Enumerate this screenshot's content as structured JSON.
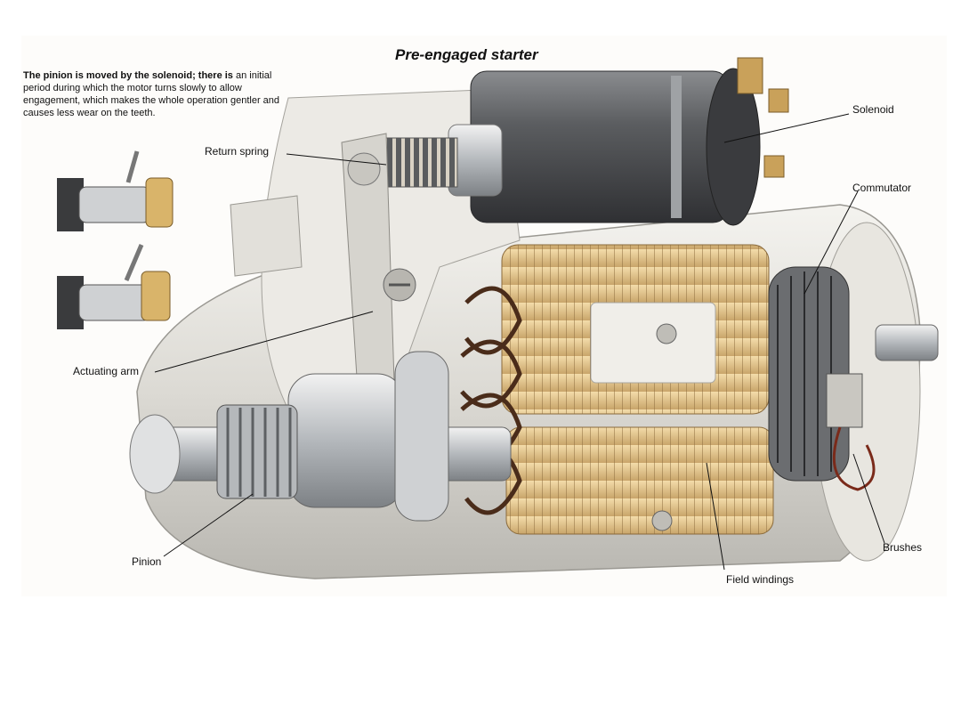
{
  "title": "Pre-engaged starter",
  "description": {
    "bold_part": "The pinion is moved by the solenoid; there is",
    "rest": "an initial period during which the motor turns slowly to allow engagement, which makes the whole operation gentler and causes less wear on the teeth."
  },
  "labels": {
    "solenoid": "Solenoid",
    "return_spring": "Return spring",
    "commutator": "Commutator",
    "actuating_arm": "Actuating arm",
    "pinion": "Pinion",
    "brushes": "Brushes",
    "field_windings": "Field windings"
  },
  "colors": {
    "casing": "#e4e2dc",
    "solenoid_body": "#55575a",
    "field_copper": "#e8c98f",
    "winding_dark": "#4a2c1a",
    "steel": "#b8bcc0"
  }
}
